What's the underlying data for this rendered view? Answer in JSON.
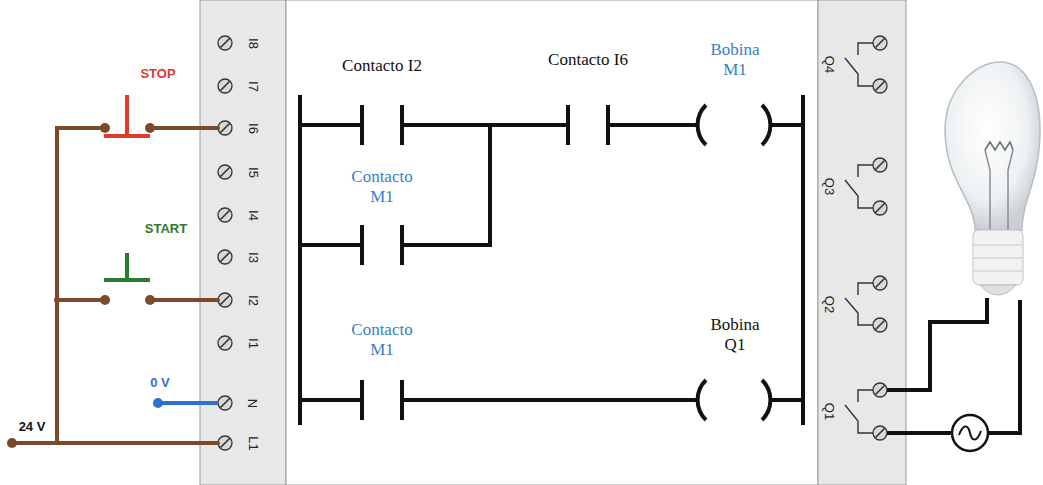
{
  "diagram": {
    "labels": [
      "STOP",
      "START",
      "24 V",
      "0 V",
      "I8",
      "I7",
      "I6",
      "I5",
      "I4",
      "I3",
      "I2",
      "I1",
      "N",
      "L1",
      "Contacto I2",
      "Contacto I6",
      "Bobina M1",
      "Contacto M1",
      "Contacto M1",
      "Bobina Q1",
      "Q4",
      "Q3",
      "Q2",
      "Q1"
    ]
  }
}
